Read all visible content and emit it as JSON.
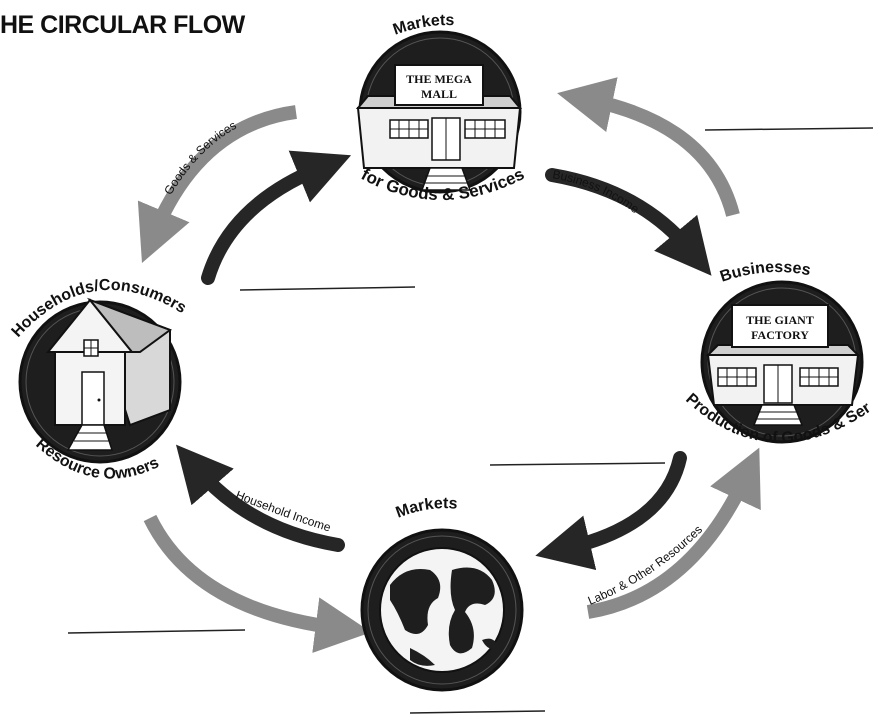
{
  "title": "HE CIRCULAR FLOW",
  "nodes": {
    "product_market": {
      "top_label": "Markets",
      "bottom_label": "for Goods & Services",
      "sign_line1": "THE MEGA",
      "sign_line2": "MALL"
    },
    "businesses": {
      "top_label": "Businesses",
      "bottom_label": "Production of Goods & Services",
      "sign_line1": "THE GIANT",
      "sign_line2": "FACTORY"
    },
    "households": {
      "top_label": "Households/Consumers",
      "bottom_label": "Resource Owners"
    },
    "resource_market": {
      "top_label": "Markets"
    }
  },
  "flows": {
    "goods_services": "Goods & Services",
    "business_income": "Business Income",
    "household_income": "Household Income",
    "labor_resources": "Labor & Other Resources"
  },
  "colors": {
    "dark_arrow": "#262626",
    "gray_arrow": "#8a8a8a",
    "ink": "#111111"
  }
}
